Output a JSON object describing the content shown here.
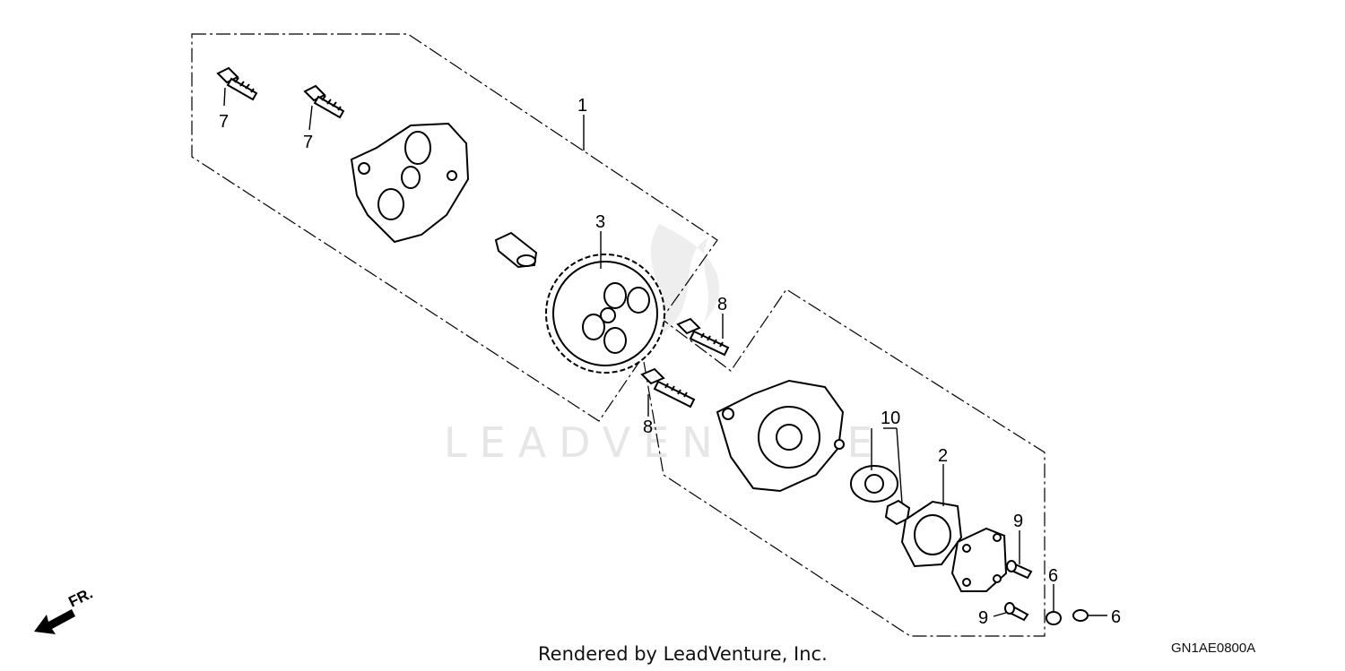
{
  "diagram": {
    "callouts": [
      "1",
      "2",
      "3",
      "6",
      "6",
      "7",
      "7",
      "8",
      "8",
      "9",
      "9",
      "10"
    ],
    "front_indicator": "FR.",
    "watermark": "LEADVENTURE",
    "footer": "Rendered by LeadVenture, Inc.",
    "diagram_code": "GN1AE0800A"
  },
  "colors": {
    "ink": "#000000",
    "background": "#ffffff",
    "watermark": "#e6e6e6"
  }
}
